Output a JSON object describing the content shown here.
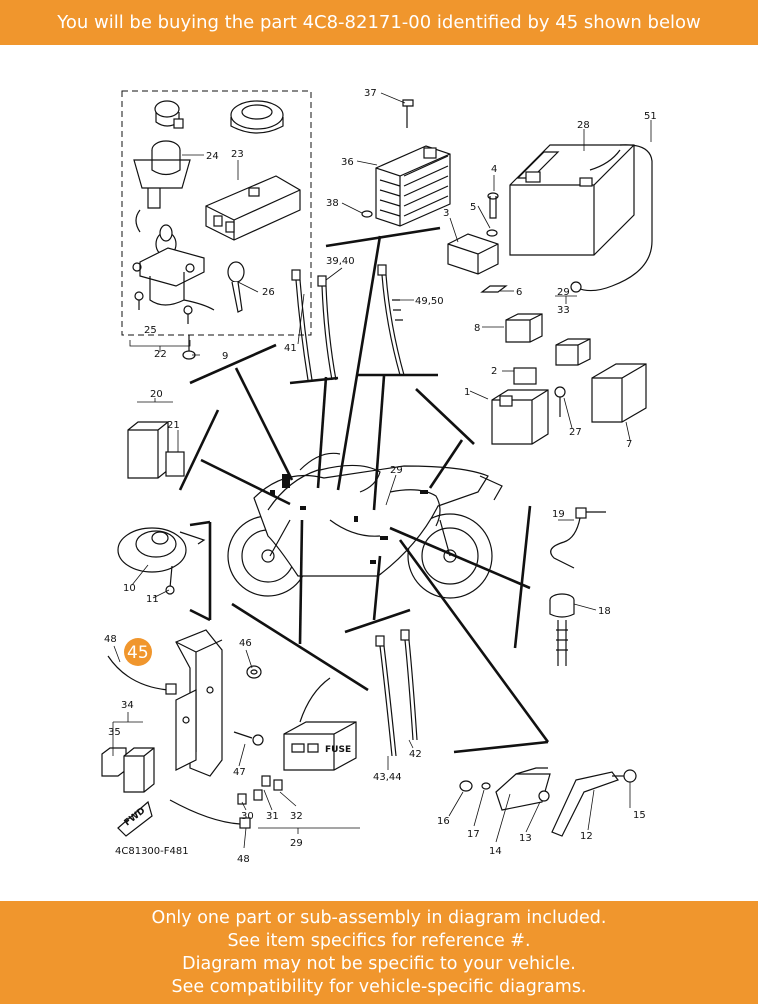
{
  "header": {
    "text": "You will be buying the part 4C8-82171-00 identified by 45 shown below"
  },
  "footer": {
    "lines": [
      "Only one part or sub-assembly in diagram included.",
      "See item specifics for reference #.",
      "Diagram may not be specific to your vehicle.",
      "See compatibility for vehicle-specific diagrams."
    ]
  },
  "diagram": {
    "code": "4C81300-F481",
    "highlighted_ref": "45",
    "fwd_label": "FWD",
    "fuse_label": "FUSE",
    "callouts": [
      "37",
      "28",
      "51",
      "36",
      "4",
      "24",
      "23",
      "5",
      "3",
      "38",
      "6",
      "39,40",
      "49,50",
      "26",
      "29",
      "33",
      "8",
      "41",
      "25",
      "22",
      "9",
      "2",
      "1",
      "27",
      "7",
      "20",
      "21",
      "29",
      "19",
      "10",
      "18",
      "11",
      "48",
      "46",
      "34",
      "35",
      "47",
      "42",
      "43,44",
      "15",
      "16",
      "17",
      "14",
      "13",
      "12",
      "30",
      "31",
      "32",
      "29",
      "48"
    ]
  },
  "colors": {
    "accent": "#f0962d",
    "line": "#111111"
  }
}
